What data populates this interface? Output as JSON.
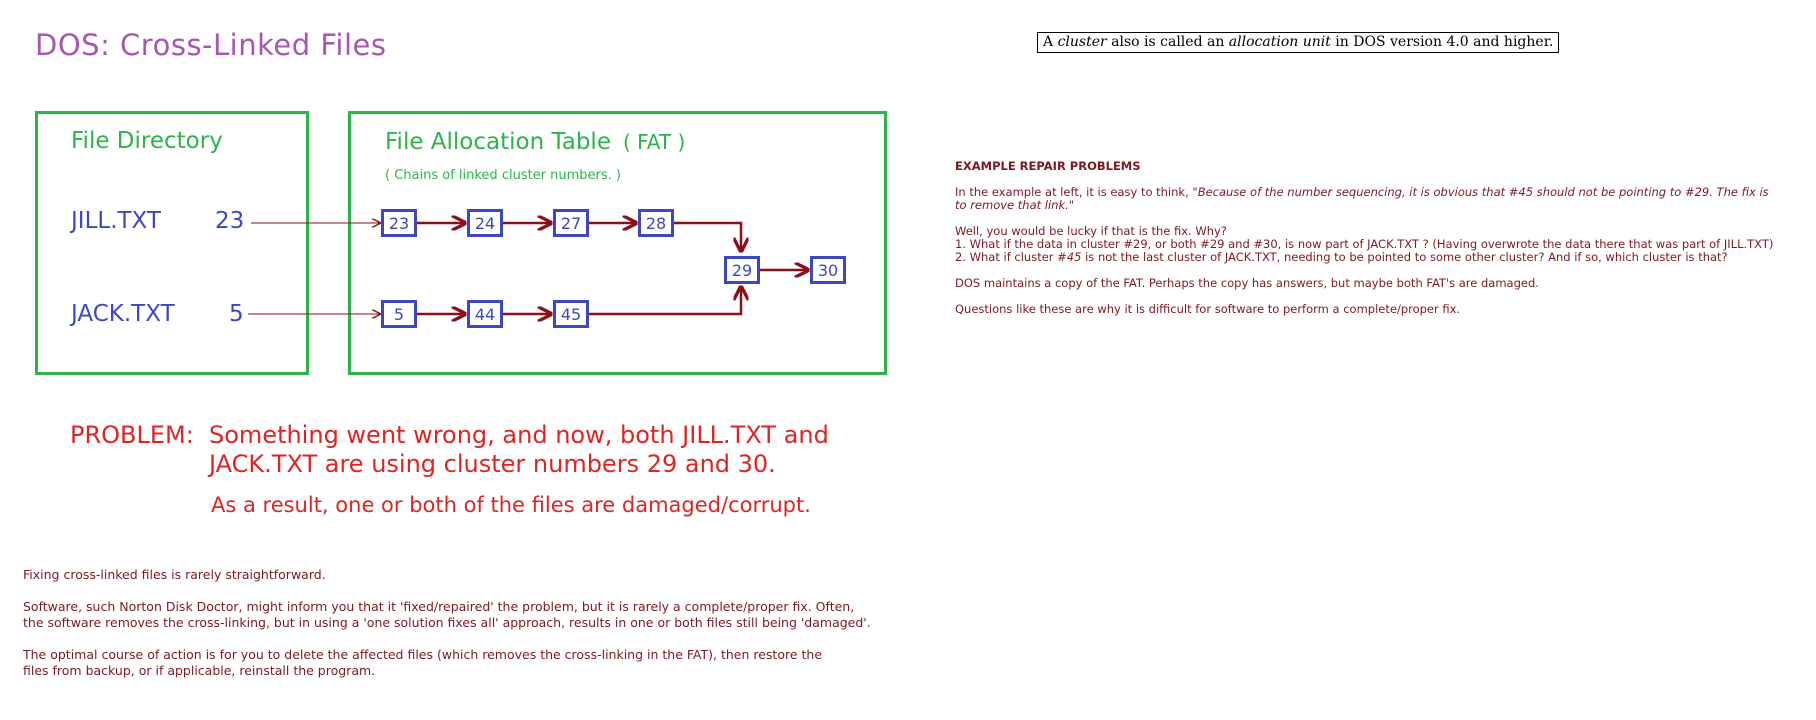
{
  "title": "DOS:  Cross-Linked Files",
  "note": {
    "prefix": "A ",
    "term1": "cluster",
    "middle": " also is called an ",
    "term2": "allocation unit",
    "suffix": " in DOS version 4.0 and higher."
  },
  "directory": {
    "title": "File Directory",
    "files": [
      {
        "name": "JILL.TXT",
        "start": "23"
      },
      {
        "name": "JACK.TXT",
        "start": "5"
      }
    ]
  },
  "fat": {
    "title": "File Allocation Table",
    "title_abbr": "( FAT )",
    "subtitle": "( Chains of linked cluster numbers. )",
    "row1": [
      "23",
      "24",
      "27",
      "28"
    ],
    "shared": [
      "29",
      "30"
    ],
    "row2": [
      "5",
      "44",
      "45"
    ]
  },
  "problem": {
    "label": "PROBLEM:",
    "line1": "Something went wrong, and now, both JILL.TXT and",
    "line2": "JACK.TXT are using cluster numbers 29 and 30.",
    "result": "As a result, one or both of the files are damaged/corrupt."
  },
  "bottom": {
    "p1": "Fixing cross-linked files is rarely straightforward.",
    "p2a": "Software, such Norton Disk Doctor, might inform you that it 'fixed/repaired' the problem, but it is rarely a complete/proper fix. Often,",
    "p2b": "the software removes the cross-linking, but in using a 'one solution fixes all' approach, results in one or both files still being 'damaged'.",
    "p3a": "The optimal course of action is for you to delete the affected files (which removes the cross-linking in the FAT), then restore the",
    "p3b": "files from backup, or if applicable, reinstall the program."
  },
  "examples": {
    "heading": "EXAMPLE REPAIR PROBLEMS",
    "p1_prefix": "In the example at left, it is easy to think, \"",
    "p1_italic_a": "Because of the number sequencing, it is obvious that #45 should not be pointing to #29. The fix is",
    "p1_italic_b": "to remove that link.",
    "p1_suffix": "\"",
    "p2_line0": "Well, you would be lucky if that is the fix. Why?",
    "p2_line1": "1. What if the data in cluster #29, or both #29 and #30, is now part of JACK.TXT ?  (Having overwrote the data there that was part of JILL.TXT)",
    "p2_line2_prefix": "2. What if cluster ",
    "p2_line2_italic": "#45",
    "p2_line2_suffix": " is not the last cluster of JACK.TXT, needing to be pointed to some other cluster? And if so, which cluster is that?",
    "p3": "DOS maintains a copy of the FAT. Perhaps the copy has answers, but maybe both FAT's are damaged.",
    "p4": "Questions like these are why it is difficult for software to perform a complete/proper fix."
  },
  "colors": {
    "title": "#a855b5",
    "panel_border": "#2db34a",
    "cluster": "#3b48c0",
    "arrow": "#8b0f1a",
    "problem": "#e02424",
    "body_text": "#7d1820"
  }
}
